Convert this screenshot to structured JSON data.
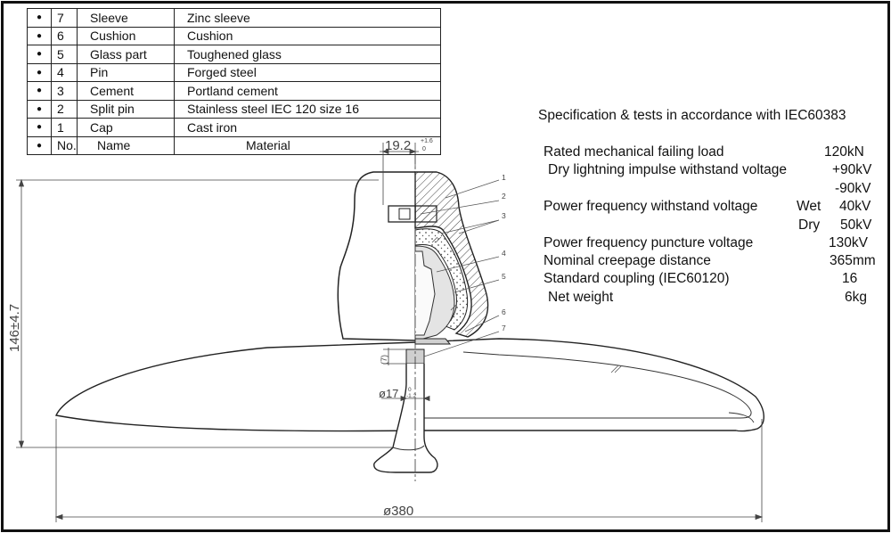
{
  "parts_table": {
    "rows": [
      {
        "bullet": "●",
        "no": "7",
        "name": "Sleeve",
        "material": "Zinc sleeve"
      },
      {
        "bullet": "●",
        "no": "6",
        "name": "Cushion",
        "material": "Cushion"
      },
      {
        "bullet": "●",
        "no": "5",
        "name": "Glass part",
        "material": "Toughened glass"
      },
      {
        "bullet": "●",
        "no": "4",
        "name": "Pin",
        "material": "Forged steel"
      },
      {
        "bullet": "●",
        "no": "3",
        "name": "Cement",
        "material": "Portland cement"
      },
      {
        "bullet": "●",
        "no": "2",
        "name": "Split pin",
        "material": "Stainless steel IEC 120 size 16"
      },
      {
        "bullet": "●",
        "no": "1",
        "name": "Cap",
        "material": "Cast iron"
      }
    ],
    "header": {
      "bullet": "●",
      "no": "No.",
      "name": "Name",
      "material": "Material"
    }
  },
  "specifications": {
    "title": "Specification & tests in accordance with IEC60383",
    "rated_load": {
      "label": "Rated mechanical failing load",
      "value": "120kN"
    },
    "lightning": {
      "label": "Dry lightning impulse withstand voltage",
      "value_pos": "+90kV",
      "value_neg": "-90kV"
    },
    "power_freq": {
      "label": "Power frequency withstand voltage",
      "wet_label": "Wet",
      "wet_value": "40kV",
      "dry_label": "Dry",
      "dry_value": "50kV"
    },
    "puncture": {
      "label": "Power frequency puncture voltage",
      "value": "130kV"
    },
    "creepage": {
      "label": "Nominal creepage distance",
      "value": "365mm"
    },
    "coupling": {
      "label": "Standard coupling (IEC60120)",
      "value": "16"
    },
    "weight": {
      "label": "Net weight",
      "value": "6kg"
    }
  },
  "dimensions": {
    "cap_width": "19.2",
    "cap_width_tol_upper": "+1.6",
    "cap_width_tol_lower": "0",
    "height": "146±4.7",
    "pin_diameter": "ø17",
    "pin_tol_upper": "0",
    "pin_tol_lower": "-1.2",
    "diameter": "ø380",
    "sleeve_height": "(7)"
  },
  "callouts": [
    "1",
    "2",
    "3",
    "4",
    "5",
    "6",
    "7"
  ]
}
